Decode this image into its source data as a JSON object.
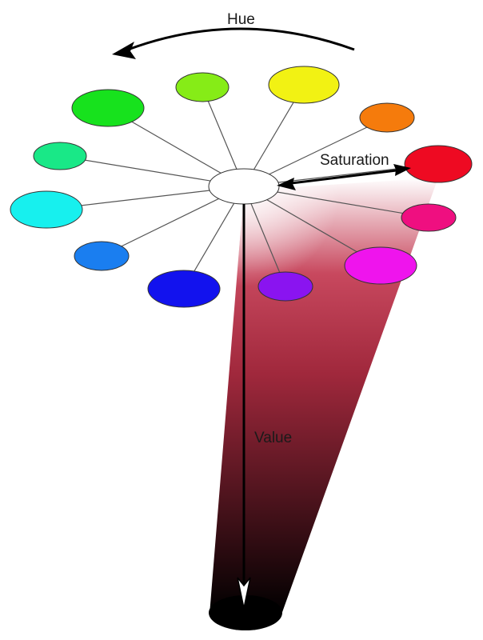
{
  "labels": {
    "hue": "Hue",
    "saturation": "Saturation",
    "value": "Value"
  },
  "hue_wheel": {
    "center_color": "#ffffff",
    "spoke_color": "#555555",
    "swatches": [
      {
        "name": "red",
        "color": "#ee0a22"
      },
      {
        "name": "orange",
        "color": "#f57b0c"
      },
      {
        "name": "yellow",
        "color": "#f2f213"
      },
      {
        "name": "yellow-green",
        "color": "#86ec17"
      },
      {
        "name": "green",
        "color": "#17e21d"
      },
      {
        "name": "spring-green",
        "color": "#19e887"
      },
      {
        "name": "cyan",
        "color": "#17f0ee"
      },
      {
        "name": "azure",
        "color": "#1a7ef0"
      },
      {
        "name": "blue",
        "color": "#1212ee"
      },
      {
        "name": "violet",
        "color": "#8a14f0"
      },
      {
        "name": "magenta",
        "color": "#ef14ed"
      },
      {
        "name": "rose",
        "color": "#ef0f80"
      }
    ]
  },
  "value_cone": {
    "top_color": "#ffffff",
    "mid_color": "#c8485e",
    "bottom_color": "#000000"
  }
}
